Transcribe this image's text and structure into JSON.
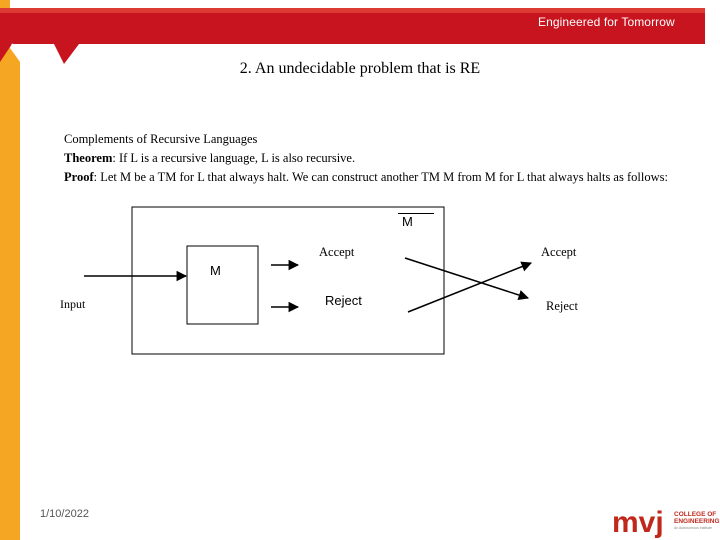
{
  "header": {
    "tagline": "Engineered for Tomorrow",
    "band_color": "#c8141e",
    "side_color": "#f5a623"
  },
  "slide": {
    "title": "2. An undecidable problem that is RE",
    "subtitle": "Complements of Recursive Languages",
    "theorem_label": "Theorem",
    "theorem_text": ": If L is a recursive language, L is also recursive.",
    "proof_label": "Proof",
    "proof_text": ": Let M be a TM for L that always halt. We can construct another TM M from M for L that always halts as follows:"
  },
  "diagram": {
    "outer_machine_label": "M",
    "inner_machine_label": "M",
    "input_label": "Input",
    "inner_accept_label": "Accept",
    "inner_reject_label": "Reject",
    "outer_accept_label": "Accept",
    "outer_reject_label": "Reject"
  },
  "footer": {
    "date": "1/10/2022",
    "logo_mark": "mvj",
    "logo_text_line1": "COLLEGE OF",
    "logo_text_line2": "ENGINEERING",
    "logo_subtext": "An Autonomous Institute"
  }
}
